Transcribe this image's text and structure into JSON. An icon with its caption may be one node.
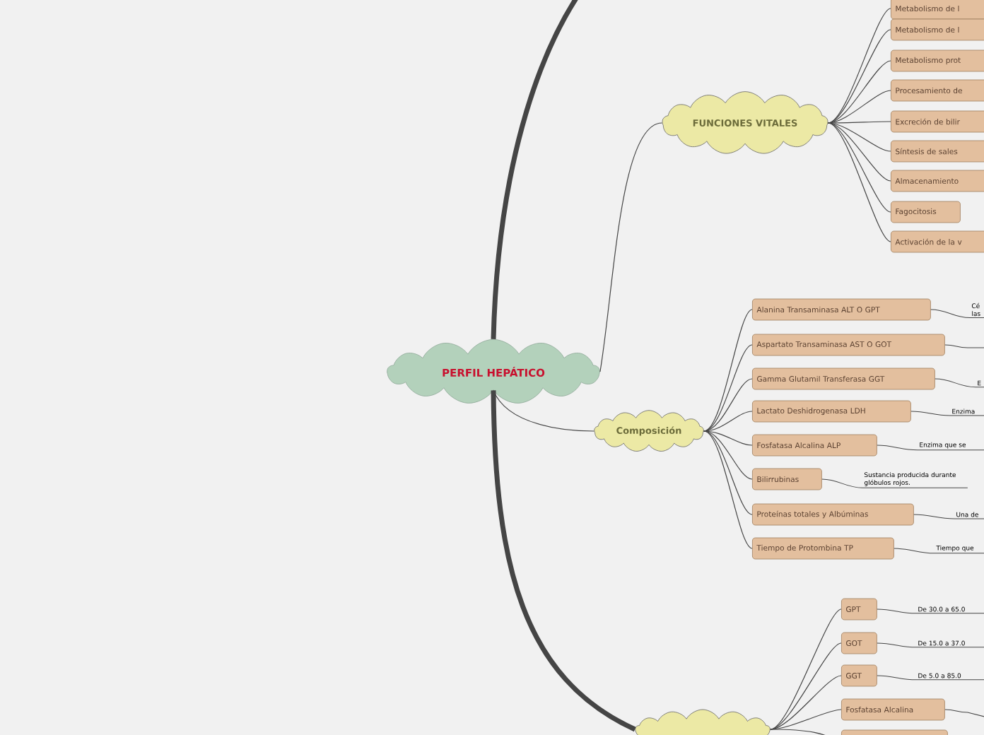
{
  "diagram": {
    "nodes": [
      {
        "text": [
          "PERFIL HEPÁTICO"
        ]
      },
      {
        "text": [
          "FUNCIONES VITALES"
        ]
      },
      {
        "text": [
          "Metabolismo de l"
        ]
      },
      {
        "text": [
          "Metabolismo de l"
        ]
      },
      {
        "text": [
          "Metabolismo prot"
        ]
      },
      {
        "text": [
          "Procesamiento de"
        ]
      },
      {
        "text": [
          "Excreción de bilir"
        ]
      },
      {
        "text": [
          "Síntesis de sales"
        ]
      },
      {
        "text": [
          "Almacenamiento"
        ]
      },
      {
        "text": [
          "Fagocitosis"
        ]
      },
      {
        "text": [
          "Activación de la v"
        ]
      },
      {
        "text": [
          "Composición"
        ]
      },
      {
        "text": [
          "Alanina Transaminasa ALT O GPT"
        ]
      },
      {
        "text": [
          "Aspartato Transaminasa AST O GOT"
        ]
      },
      {
        "text": [
          "Gamma Glutamil Transferasa GGT"
        ]
      },
      {
        "text": [
          "Lactato Deshidrogenasa LDH"
        ]
      },
      {
        "text": [
          "Fosfatasa Alcalina ALP"
        ]
      },
      {
        "text": [
          "Bilirrubinas"
        ]
      },
      {
        "text": [
          "Proteínas totales y Albúminas"
        ]
      },
      {
        "text": [
          "Tiempo de Protombina TP"
        ]
      },
      {
        "text": [
          "Cé las"
        ]
      },
      {
        "text": [
          "E"
        ]
      },
      {
        "text": [
          "Enzima"
        ]
      },
      {
        "text": [
          "Enzima que se"
        ]
      },
      {
        "text": [
          "Sustancia producida durante glóbulos rojos."
        ]
      },
      {
        "text": [
          "Una de"
        ]
      },
      {
        "text": [
          "Tiempo que"
        ]
      },
      {
        "text": [],
        "shape": "cloud"
      },
      {
        "text": [
          "GPT"
        ]
      },
      {
        "text": [
          "GOT"
        ]
      },
      {
        "text": [
          "GGT"
        ]
      },
      {
        "text": [
          "Fosfatasa Alcalina"
        ]
      },
      {
        "text": [],
        "shape": "box"
      },
      {
        "text": [
          "De 30.0 a 65.0"
        ]
      },
      {
        "text": [
          "De 15.0 a 37.0"
        ]
      },
      {
        "text": [
          "De 5.0 a 85.0"
        ]
      }
    ],
    "edges": [
      {
        "from": 0,
        "to": null,
        "arrow": "none",
        "style": "thick"
      },
      {
        "from": 0,
        "to": 1,
        "arrow": "none"
      },
      {
        "from": 0,
        "to": 11,
        "arrow": "none"
      },
      {
        "from": 0,
        "to": 27,
        "arrow": "none",
        "style": "thick"
      },
      {
        "from": 1,
        "to": 2,
        "arrow": "none"
      },
      {
        "from": 1,
        "to": 3,
        "arrow": "none"
      },
      {
        "from": 1,
        "to": 4,
        "arrow": "none"
      },
      {
        "from": 1,
        "to": 5,
        "arrow": "none"
      },
      {
        "from": 1,
        "to": 6,
        "arrow": "none"
      },
      {
        "from": 1,
        "to": 7,
        "arrow": "none"
      },
      {
        "from": 1,
        "to": 8,
        "arrow": "none"
      },
      {
        "from": 1,
        "to": 9,
        "arrow": "none"
      },
      {
        "from": 1,
        "to": 10,
        "arrow": "none"
      },
      {
        "from": 11,
        "to": 12,
        "arrow": "none"
      },
      {
        "from": 11,
        "to": 13,
        "arrow": "none"
      },
      {
        "from": 11,
        "to": 14,
        "arrow": "none"
      },
      {
        "from": 11,
        "to": 15,
        "arrow": "none"
      },
      {
        "from": 11,
        "to": 16,
        "arrow": "none"
      },
      {
        "from": 11,
        "to": 17,
        "arrow": "none"
      },
      {
        "from": 11,
        "to": 18,
        "arrow": "none"
      },
      {
        "from": 11,
        "to": 19,
        "arrow": "none"
      },
      {
        "from": 12,
        "to": 20,
        "arrow": "none"
      },
      {
        "from": 13,
        "to": null,
        "arrow": "none"
      },
      {
        "from": 14,
        "to": 21,
        "arrow": "none"
      },
      {
        "from": 15,
        "to": 22,
        "arrow": "none"
      },
      {
        "from": 16,
        "to": 23,
        "arrow": "none"
      },
      {
        "from": 17,
        "to": 24,
        "arrow": "none"
      },
      {
        "from": 18,
        "to": 25,
        "arrow": "none"
      },
      {
        "from": 19,
        "to": 26,
        "arrow": "none"
      },
      {
        "from": 27,
        "to": 28,
        "arrow": "none"
      },
      {
        "from": 27,
        "to": 29,
        "arrow": "none"
      },
      {
        "from": 27,
        "to": 30,
        "arrow": "none"
      },
      {
        "from": 27,
        "to": 31,
        "arrow": "none"
      },
      {
        "from": 27,
        "to": 32,
        "arrow": "none"
      },
      {
        "from": 28,
        "to": 33,
        "arrow": "none"
      },
      {
        "from": 29,
        "to": 34,
        "arrow": "none"
      },
      {
        "from": 30,
        "to": 35,
        "arrow": "none"
      },
      {
        "from": 31,
        "to": null,
        "arrow": "none"
      }
    ]
  }
}
